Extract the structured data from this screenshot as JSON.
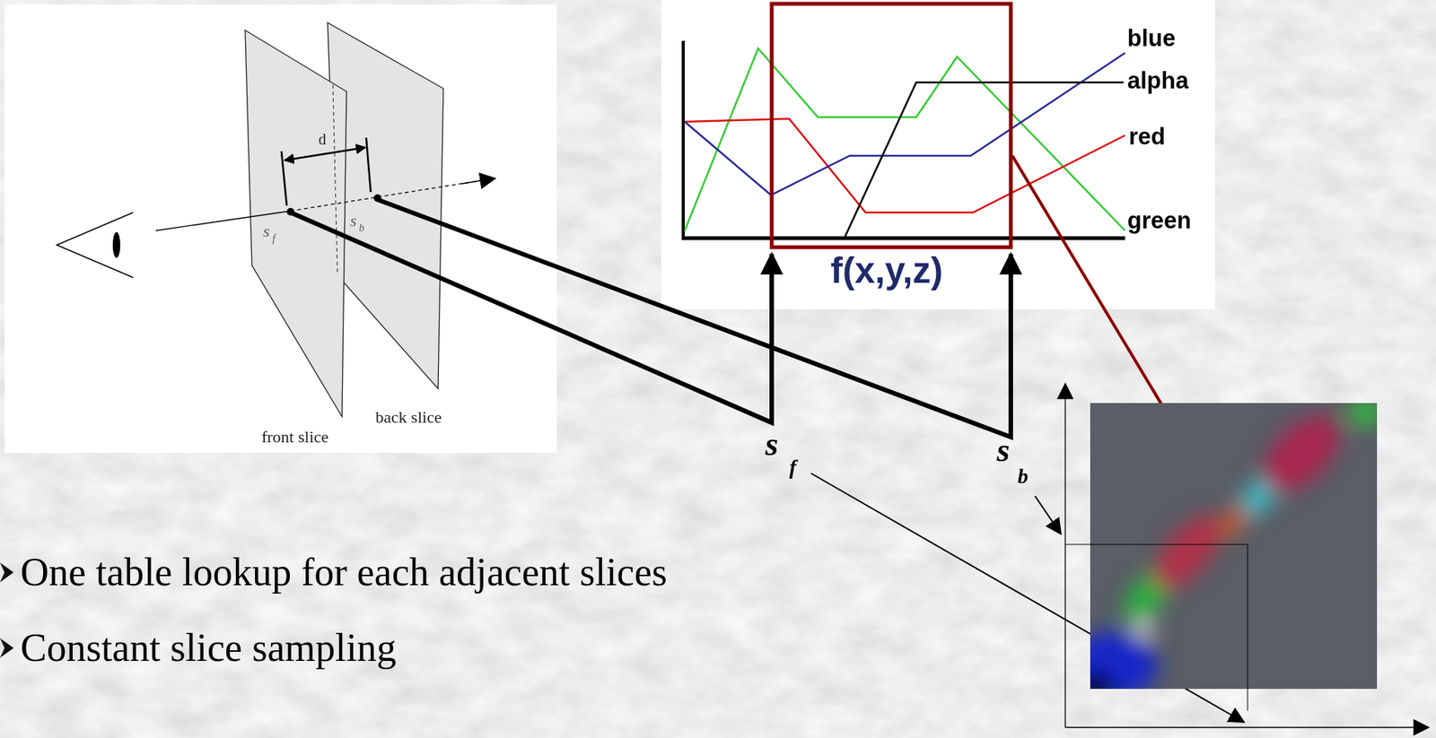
{
  "diagram": {
    "labels": [
      "d",
      "s",
      "f",
      "s",
      "b",
      "front slice",
      "back slice",
      "blue",
      "alpha",
      "red",
      "green",
      "f(x,y,z)",
      "s",
      "f",
      "s",
      "b",
      "One table lookup for each adjacent slices",
      "Constant slice sampling"
    ]
  }
}
